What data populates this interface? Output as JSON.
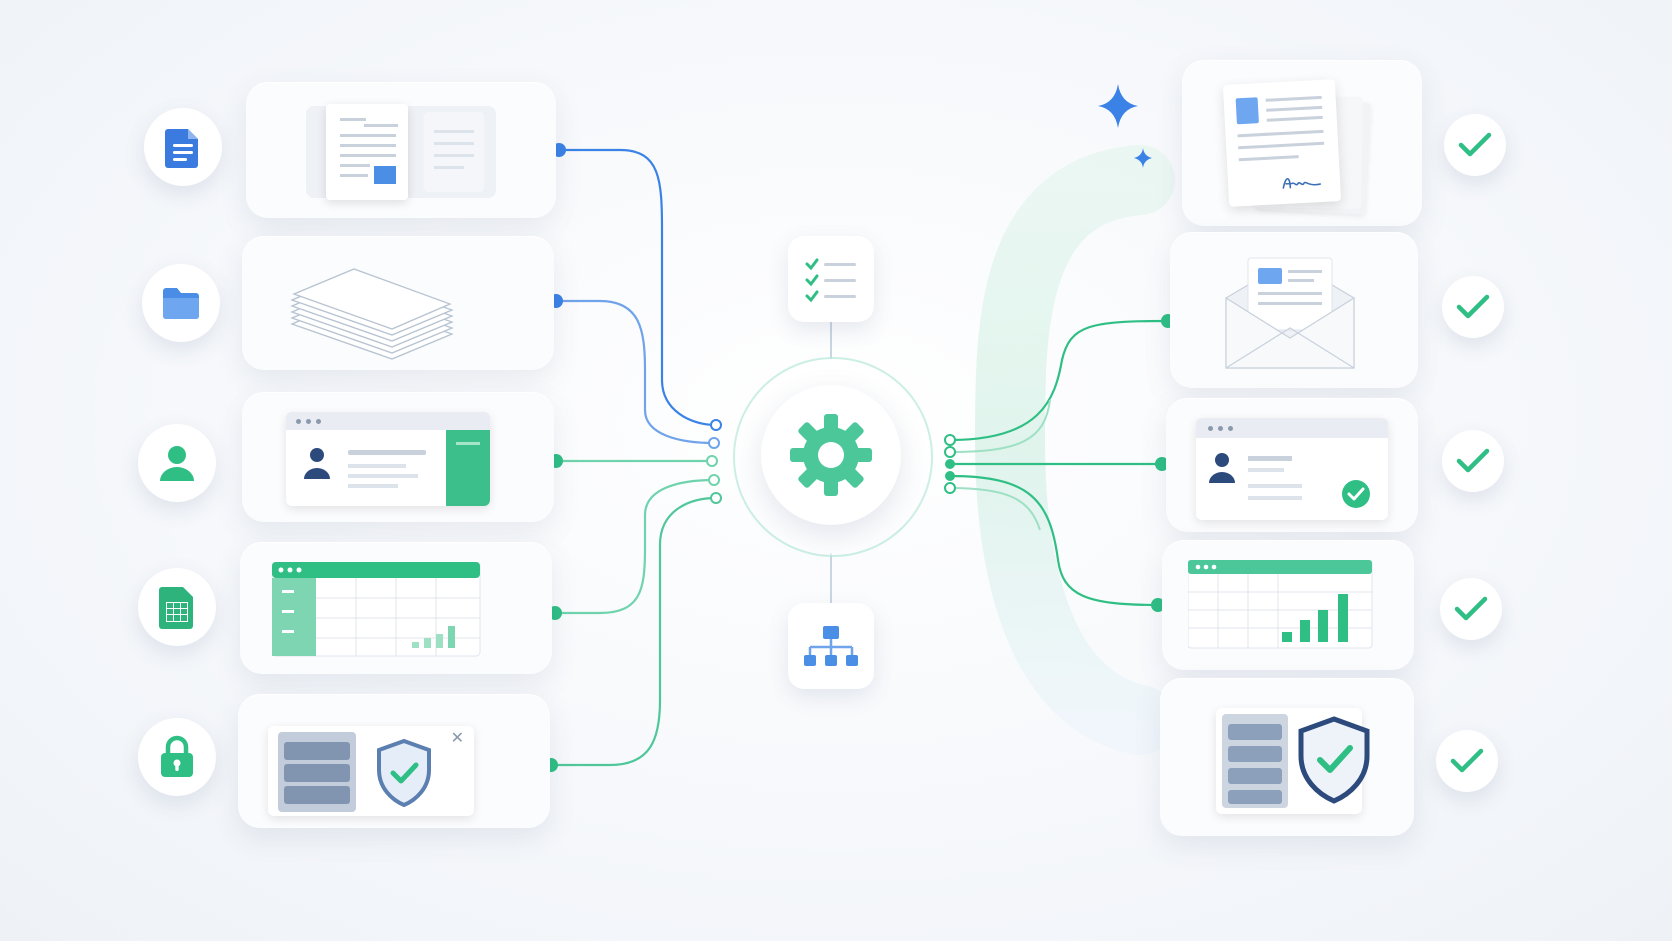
{
  "colors": {
    "blue": "#3b82e6",
    "blue_light": "#7eaef0",
    "green": "#2fbf85",
    "green_light": "#7fdcb6",
    "navy": "#2c4a7c",
    "gray_line": "#c9d1dc"
  },
  "inputs": [
    {
      "icon": "document-icon",
      "preview": "document-page"
    },
    {
      "icon": "folder-icon",
      "preview": "paper-stack"
    },
    {
      "icon": "user-icon",
      "preview": "profile-window"
    },
    {
      "icon": "spreadsheet-icon",
      "preview": "spreadsheet-chart"
    },
    {
      "icon": "lock-icon",
      "preview": "server-shield"
    }
  ],
  "hub": {
    "icon": "gear-icon",
    "top_node": "checklist-icon",
    "bottom_node": "hierarchy-icon"
  },
  "outputs": [
    {
      "preview": "signed-document",
      "status": "check-icon"
    },
    {
      "preview": "envelope-letter",
      "status": "check-icon"
    },
    {
      "preview": "verified-profile",
      "status": "check-icon"
    },
    {
      "preview": "bar-chart-sheet",
      "status": "check-icon"
    },
    {
      "preview": "secured-server",
      "status": "check-icon"
    }
  ],
  "decorations": [
    "sparkle-icon",
    "sparkle-icon"
  ]
}
